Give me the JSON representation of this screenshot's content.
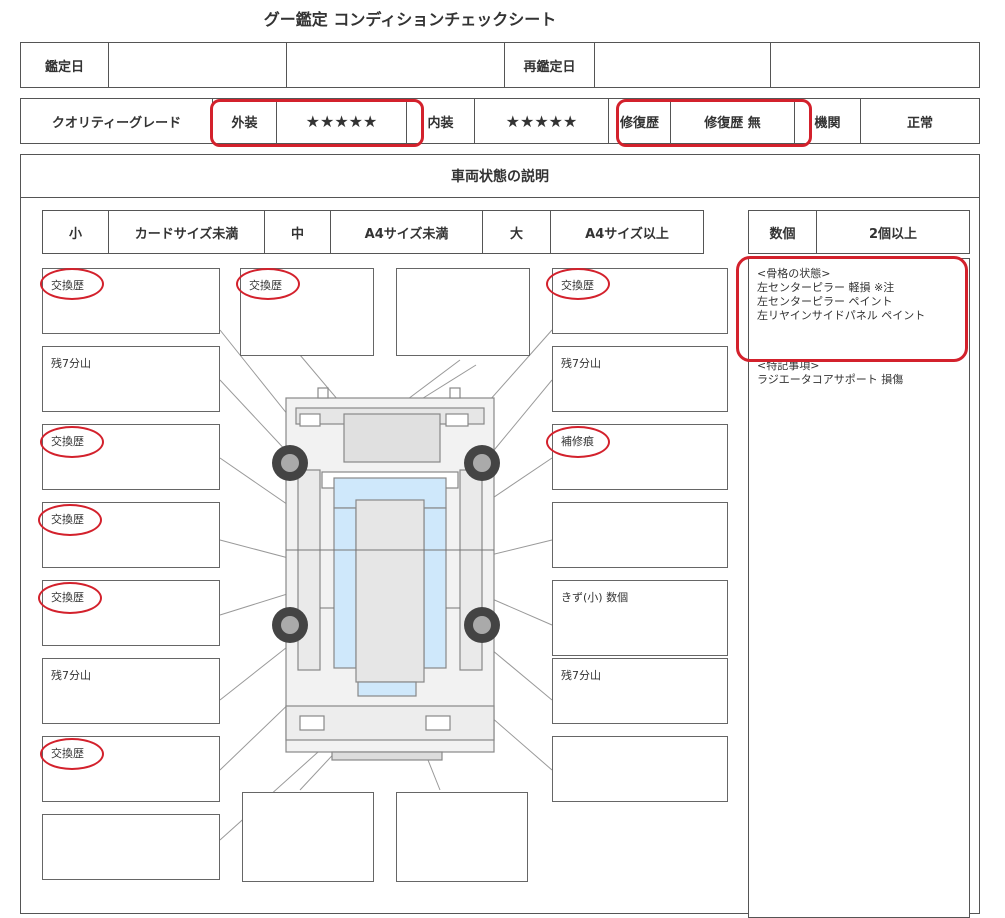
{
  "title": "グー鑑定  コンディションチェックシート",
  "row1": {
    "appraisal_date_label": "鑑定日",
    "appraisal_date_value": "",
    "reappraisal_label": "再鑑定日",
    "reappraisal_value": ""
  },
  "row2": {
    "quality_grade_label": "クオリティーグレード",
    "exterior_label": "外装",
    "exterior_stars": "★★★★★",
    "interior_label": "内装",
    "interior_stars": "★★★★★",
    "repair_label": "修復歴",
    "repair_value": "修復歴 無",
    "engine_label": "機関",
    "engine_value": "正常"
  },
  "section_title": "車両状態の説明",
  "legend": {
    "small_label": "小",
    "small_desc": "カードサイズ未満",
    "medium_label": "中",
    "medium_desc": "A4サイズ未満",
    "large_label": "大",
    "large_desc": "A4サイズ以上",
    "count_label": "数個",
    "count_desc": "2個以上"
  },
  "boxes": {
    "l1": "交換歴",
    "l2": "残7分山",
    "l3": "交換歴",
    "l4": "交換歴",
    "l5": "交換歴",
    "l6": "残7分山",
    "l7": "交換歴",
    "l8": "",
    "t1": "交換歴",
    "t2": "",
    "r1": "交換歴",
    "r2": "残7分山",
    "r3": "補修痕",
    "r4": "",
    "r5": "きず(小) 数個",
    "r6": "残7分山",
    "r7": "",
    "b1": "",
    "b2": ""
  },
  "side": {
    "frame_title": "<骨格の状態>",
    "frame_items": [
      "左センターピラー 軽損 ※注",
      "左センターピラー ペイント",
      "左リヤインサイドパネル ペイント"
    ],
    "notes_title": "<特記事項>",
    "notes_items": [
      "ラジエータコアサポート 損傷"
    ]
  },
  "colors": {
    "highlight": "#d3212c",
    "glass": "#cfe8fb"
  }
}
